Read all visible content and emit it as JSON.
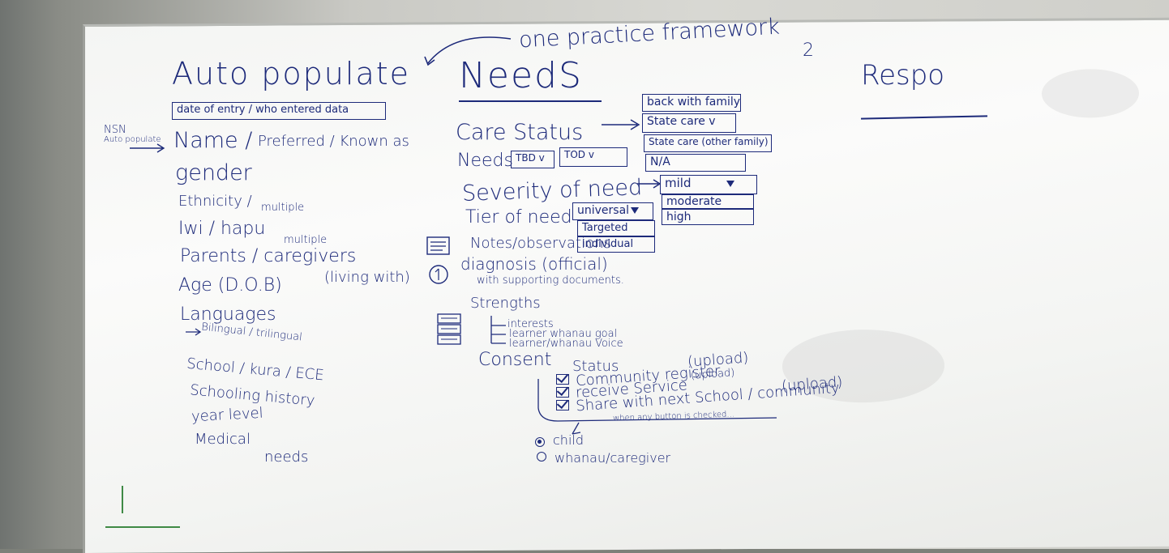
{
  "board": {
    "title": "one practice framework",
    "title_mark": "2",
    "columns": {
      "left": {
        "heading": "Auto populate",
        "subheading": "date of entry / who entered data",
        "nsn_label": "NSN",
        "nsn_note": "Auto populate",
        "fields": [
          {
            "label": "Name /",
            "note": "Preferred / Known as"
          },
          {
            "label": "gender",
            "note": ""
          },
          {
            "label": "Ethnicity /",
            "note": "multiple"
          },
          {
            "label": "Iwi / hapu",
            "note": "multiple"
          },
          {
            "label": "Parents / caregivers",
            "note": "(living with)"
          },
          {
            "label": "Age (D.O.B)",
            "note": ""
          },
          {
            "label": "Languages",
            "note": ""
          },
          {
            "label": "Bilingual / trilingual",
            "note": ""
          },
          {
            "label": "School / kura / ECE",
            "note": ""
          },
          {
            "label": "Schooling history",
            "note": ""
          },
          {
            "label": "year level",
            "note": ""
          },
          {
            "label": "Medical",
            "note": ""
          },
          {
            "label": "needs",
            "note": ""
          }
        ]
      },
      "middle": {
        "heading": "NeedS",
        "care_status_label": "Care Status",
        "care_status_options": [
          "back with family",
          "State care v",
          "State care (other family)",
          "N/A"
        ],
        "needs_label": "Needs",
        "needs_dropdowns": [
          "TBD v",
          "TOD v"
        ],
        "severity_label": "Severity of need",
        "severity_options": [
          "mild",
          "moderate",
          "high"
        ],
        "tier_label": "Tier of need",
        "tier_options": [
          "universal",
          "Targeted",
          "individual"
        ],
        "notes_label": "Notes/observations",
        "diagnosis_label": "diagnosis (official)",
        "diagnosis_note": "with supporting documents.",
        "strengths_label": "Strengths",
        "strengths_items": [
          "interests",
          "learner whanau goal",
          "learner/whanau Voice"
        ],
        "consent_label": "Consent",
        "consent_status_label": "Status",
        "consent_items": [
          {
            "label": "Community register",
            "note": "(upload)"
          },
          {
            "label": "receive Service",
            "note": "(upload)"
          },
          {
            "label": "Share with next School / community",
            "note": "(upload)"
          }
        ],
        "consent_footnote": "when any button is checked...",
        "radio_options": [
          {
            "label": "child",
            "selected": true
          },
          {
            "label": "whanau/caregiver",
            "selected": false
          }
        ]
      },
      "right": {
        "heading": "Respo"
      }
    }
  },
  "colors": {
    "ink": "#1d2a7a",
    "board": "#f7f7f5",
    "wall": "#8a8c86",
    "green_marker": "#3f8a45"
  }
}
